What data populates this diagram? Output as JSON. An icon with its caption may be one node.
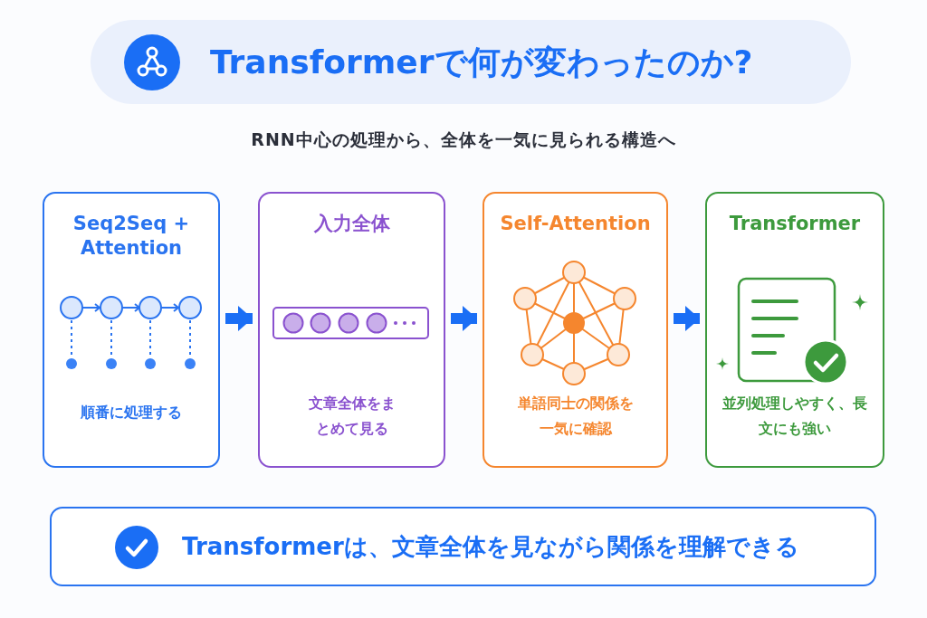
{
  "diagram": {
    "title": "Transformerで何が変わったのか?",
    "nodes": [
      {
        "text": [
          "Seq2Seq + Attention",
          "順番に処理する"
        ]
      },
      {
        "text": [
          "入力全体",
          "文章全体をまとめて見る"
        ]
      },
      {
        "text": [
          "Self-Attention",
          "単語同士の関係を一気に確認"
        ]
      },
      {
        "text": [
          "Transformer",
          "並列処理しやすく、長文にも強い"
        ]
      },
      {
        "text": [
          "Transformerは、文章全体を見ながら関係を理解できる"
        ]
      }
    ],
    "edges": [
      {
        "from": 0,
        "to": 1,
        "arrow": "to"
      },
      {
        "from": 1,
        "to": 2,
        "arrow": "to"
      },
      {
        "from": 2,
        "to": 3,
        "arrow": "to"
      }
    ],
    "labels": [
      "RNN中心の処理から、全体を一気に見られる構造へ"
    ]
  }
}
